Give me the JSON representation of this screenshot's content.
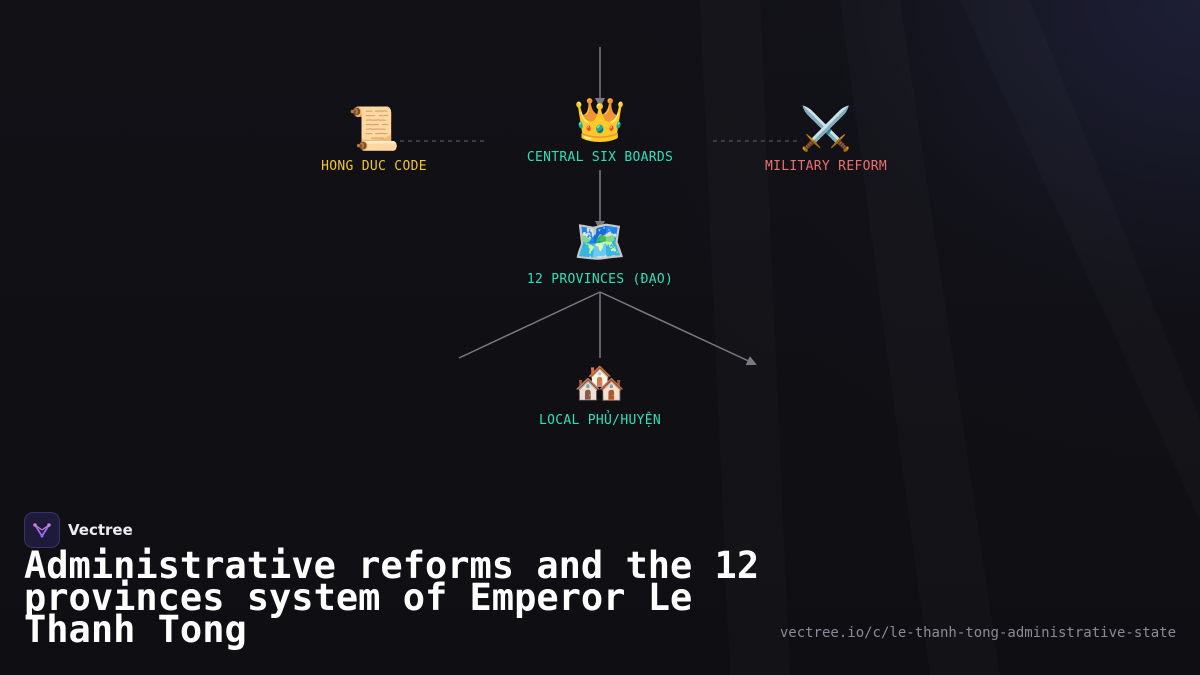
{
  "diagram": {
    "nodes": [
      {
        "id": "hong-duc-code",
        "icon": "scroll-icon",
        "emoji": "📜",
        "label": "HONG DUC CODE",
        "color": "#f2c531"
      },
      {
        "id": "central-six-boards",
        "icon": "crown-icon",
        "emoji": "👑",
        "label": "CENTRAL SIX BOARDS",
        "color": "#2de0b9"
      },
      {
        "id": "military-reform",
        "icon": "crossed-swords-icon",
        "emoji": "⚔️",
        "label": "MILITARY REFORM",
        "color": "#ef6f6f"
      },
      {
        "id": "12-provinces",
        "icon": "world-map-icon",
        "emoji": "🗺️",
        "label": "12 PROVINCES (ĐẠO)",
        "color": "#2de0b9"
      },
      {
        "id": "local-phu-huyen",
        "icon": "houses-icon",
        "emoji": "🏘️",
        "label": "LOCAL PHỦ/HUYỆN",
        "color": "#2de0b9"
      }
    ],
    "edges": [
      {
        "from": "",
        "to": "central-six-boards",
        "style": "solid-arrow"
      },
      {
        "from": "hong-duc-code",
        "to": "central-six-boards",
        "style": "dashed"
      },
      {
        "from": "central-six-boards",
        "to": "military-reform",
        "style": "dashed"
      },
      {
        "from": "central-six-boards",
        "to": "12-provinces",
        "style": "solid-arrow"
      },
      {
        "from": "12-provinces",
        "to": "local-phu-huyen",
        "style": "solid"
      },
      {
        "from": "12-provinces",
        "to": "",
        "style": "solid"
      },
      {
        "from": "12-provinces",
        "to": "",
        "style": "solid-arrow"
      }
    ]
  },
  "brand": {
    "name": "Vectree",
    "logo_icon": "vectree-logo-icon"
  },
  "title": "Administrative reforms and the 12 provinces system of Emperor Le Thanh Tong",
  "url": "vectree.io/c/le-thanh-tong-administrative-state",
  "colors": {
    "background": "#0f0f14",
    "connector": "#7a7a80",
    "gold": "#f2c531",
    "teal": "#2de0b9",
    "red": "#ef6f6f"
  }
}
